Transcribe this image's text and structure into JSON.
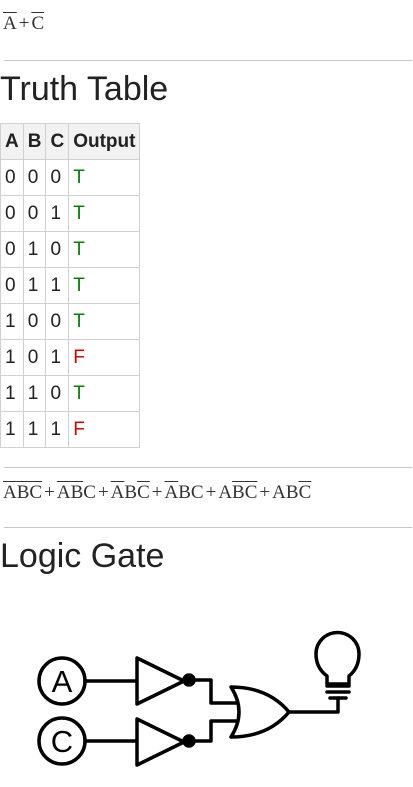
{
  "expression_top": [
    {
      "vars": [
        {
          "v": "A",
          "not": true
        }
      ]
    },
    {
      "vars": [
        {
          "v": "C",
          "not": true
        }
      ]
    }
  ],
  "truth_table": {
    "title": "Truth Table",
    "headers": [
      "A",
      "B",
      "C",
      "Output"
    ],
    "rows": [
      [
        "0",
        "0",
        "0",
        "T"
      ],
      [
        "0",
        "0",
        "1",
        "T"
      ],
      [
        "0",
        "1",
        "0",
        "T"
      ],
      [
        "0",
        "1",
        "1",
        "T"
      ],
      [
        "1",
        "0",
        "0",
        "T"
      ],
      [
        "1",
        "0",
        "1",
        "F"
      ],
      [
        "1",
        "1",
        "0",
        "T"
      ],
      [
        "1",
        "1",
        "1",
        "F"
      ]
    ],
    "colors": {
      "T": "#0a7a0a",
      "F": "#d00000"
    }
  },
  "expression_sop": [
    {
      "vars": [
        {
          "v": "A",
          "not": true
        },
        {
          "v": "B",
          "not": true
        },
        {
          "v": "C",
          "not": true
        }
      ]
    },
    {
      "vars": [
        {
          "v": "A",
          "not": true
        },
        {
          "v": "B",
          "not": true
        },
        {
          "v": "C",
          "not": false
        }
      ]
    },
    {
      "vars": [
        {
          "v": "A",
          "not": true
        },
        {
          "v": "B",
          "not": false
        },
        {
          "v": "C",
          "not": true
        }
      ]
    },
    {
      "vars": [
        {
          "v": "A",
          "not": true
        },
        {
          "v": "B",
          "not": false
        },
        {
          "v": "C",
          "not": false
        }
      ]
    },
    {
      "vars": [
        {
          "v": "A",
          "not": false
        },
        {
          "v": "B",
          "not": true
        },
        {
          "v": "C",
          "not": true
        }
      ]
    },
    {
      "vars": [
        {
          "v": "A",
          "not": false
        },
        {
          "v": "B",
          "not": false
        },
        {
          "v": "C",
          "not": true
        }
      ]
    }
  ],
  "logic_gate": {
    "title": "Logic Gate",
    "input_a": "A",
    "input_c": "C"
  },
  "plus_sign": "+"
}
